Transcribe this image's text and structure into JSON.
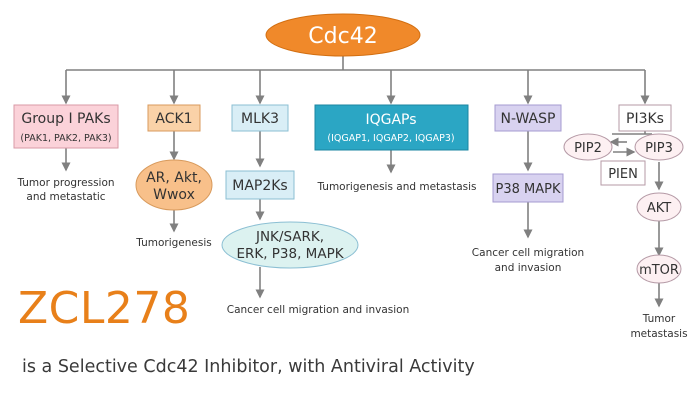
{
  "root": {
    "label": "Cdc42",
    "fill": "#f0892a",
    "stroke": "#d26e10",
    "text_color": "#ffffff"
  },
  "branches": {
    "pak": {
      "title": "Group I PAKs",
      "subtitle": "(PAK1, PAK2, PAK3)",
      "outcome_line1": "Tumor progression",
      "outcome_line2": "and metastatic",
      "fill": "#fbd2d9",
      "stroke": "#d89aa6"
    },
    "ack1": {
      "title": "ACK1",
      "target_line1": "AR, Akt,",
      "target_line2": "Wwox",
      "outcome": "Tumorigenesis",
      "fill": "#fad2a8",
      "stroke": "#d89a5c",
      "target_fill": "#f8c08a"
    },
    "mlk3": {
      "title": "MLK3",
      "step2": "MAP2Ks",
      "target_line1": "JNK/SARK,",
      "target_line2": "ERK, P38, MAPK",
      "outcome": "Cancer cell migration and invasion",
      "fill": "#d9eef6",
      "stroke": "#8bbfd3",
      "target_fill": "#dcf2f0"
    },
    "iqgaps": {
      "title": "IQGAPs",
      "subtitle": "(IQGAP1, IQGAP2, IQGAP3)",
      "outcome": "Tumorigenesis and metastasis",
      "fill": "#2ba6c4",
      "stroke": "#1b86a2",
      "text_color": "#ffffff"
    },
    "nwasp": {
      "title": "N-WASP",
      "step2": "P38 MAPK",
      "outcome_line1": "Cancer cell migration",
      "outcome_line2": "and invasion",
      "fill": "#d8d2f0",
      "stroke": "#a59bd0"
    },
    "pi3ks": {
      "title": "PI3Ks",
      "pip2": "PIP2",
      "pip3": "PIP3",
      "pten": "PIEN",
      "akt": "AKT",
      "mtor": "mTOR",
      "outcome_line1": "Tumor",
      "outcome_line2": "metastasis",
      "fill": "#ffffff",
      "stroke": "#b59aa6",
      "node_fill": "#fdf0f2"
    }
  },
  "edge_color": "#808080",
  "brand": {
    "name": "ZCL278",
    "color": "#e8801a"
  },
  "tagline": "is a Selective Cdc42 Inhibitor, with Antiviral Activity"
}
